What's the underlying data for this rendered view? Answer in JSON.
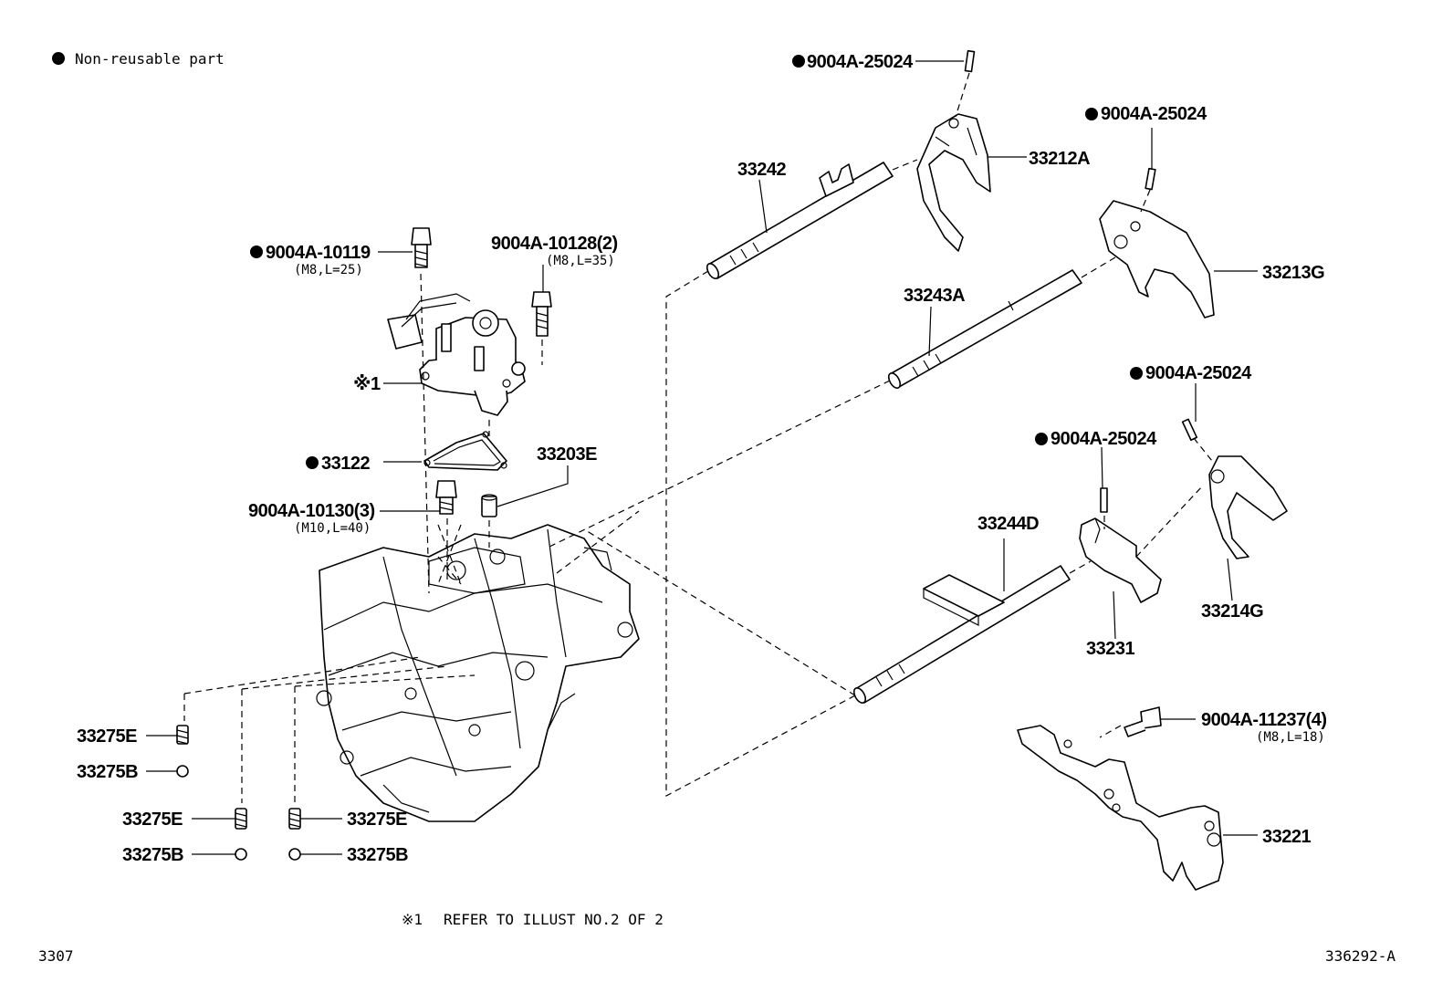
{
  "legend": {
    "symbol": "●",
    "text": "Non-reusable part"
  },
  "note": {
    "symbol": "※1",
    "text": "REFER TO ILLUST NO.2 OF 2"
  },
  "footer": {
    "left_code": "3307",
    "right_code": "336292-A"
  },
  "callouts": {
    "c_9004a_25024_top": {
      "label": "9004A-25024",
      "sub": "",
      "non_reusable": true
    },
    "c_33242": {
      "label": "33242",
      "sub": "",
      "non_reusable": false
    },
    "c_33212a": {
      "label": "33212A",
      "sub": "",
      "non_reusable": false
    },
    "c_9004a_25024_b": {
      "label": "9004A-25024",
      "sub": "",
      "non_reusable": true
    },
    "c_33213g": {
      "label": "33213G",
      "sub": "",
      "non_reusable": false
    },
    "c_33243a": {
      "label": "33243A",
      "sub": "",
      "non_reusable": false
    },
    "c_9004a_10119": {
      "label": "9004A-10119",
      "sub": "(M8,L=25)",
      "non_reusable": true
    },
    "c_9004a_10128": {
      "label": "9004A-10128(2)",
      "sub": "(M8,L=35)",
      "non_reusable": false
    },
    "c_ref1": {
      "label": "※1",
      "sub": "",
      "non_reusable": false
    },
    "c_33122": {
      "label": "33122",
      "sub": "",
      "non_reusable": true
    },
    "c_33203e": {
      "label": "33203E",
      "sub": "",
      "non_reusable": false
    },
    "c_9004a_10130": {
      "label": "9004A-10130(3)",
      "sub": "(M10,L=40)",
      "non_reusable": false
    },
    "c_9004a_25024_c": {
      "label": "9004A-25024",
      "sub": "",
      "non_reusable": true
    },
    "c_9004a_25024_d": {
      "label": "9004A-25024",
      "sub": "",
      "non_reusable": true
    },
    "c_33244d": {
      "label": "33244D",
      "sub": "",
      "non_reusable": false
    },
    "c_33214g": {
      "label": "33214G",
      "sub": "",
      "non_reusable": false
    },
    "c_33231": {
      "label": "33231",
      "sub": "",
      "non_reusable": false
    },
    "c_9004a_11237": {
      "label": "9004A-11237(4)",
      "sub": "(M8,L=18)",
      "non_reusable": false
    },
    "c_33221": {
      "label": "33221",
      "sub": "",
      "non_reusable": false
    },
    "c_33275e_1": {
      "label": "33275E",
      "sub": "",
      "non_reusable": false
    },
    "c_33275b_1": {
      "label": "33275B",
      "sub": "",
      "non_reusable": false
    },
    "c_33275e_2": {
      "label": "33275E",
      "sub": "",
      "non_reusable": false
    },
    "c_33275b_2": {
      "label": "33275B",
      "sub": "",
      "non_reusable": false
    },
    "c_33275e_3": {
      "label": "33275E",
      "sub": "",
      "non_reusable": false
    },
    "c_33275b_3": {
      "label": "33275B",
      "sub": "",
      "non_reusable": false
    }
  }
}
